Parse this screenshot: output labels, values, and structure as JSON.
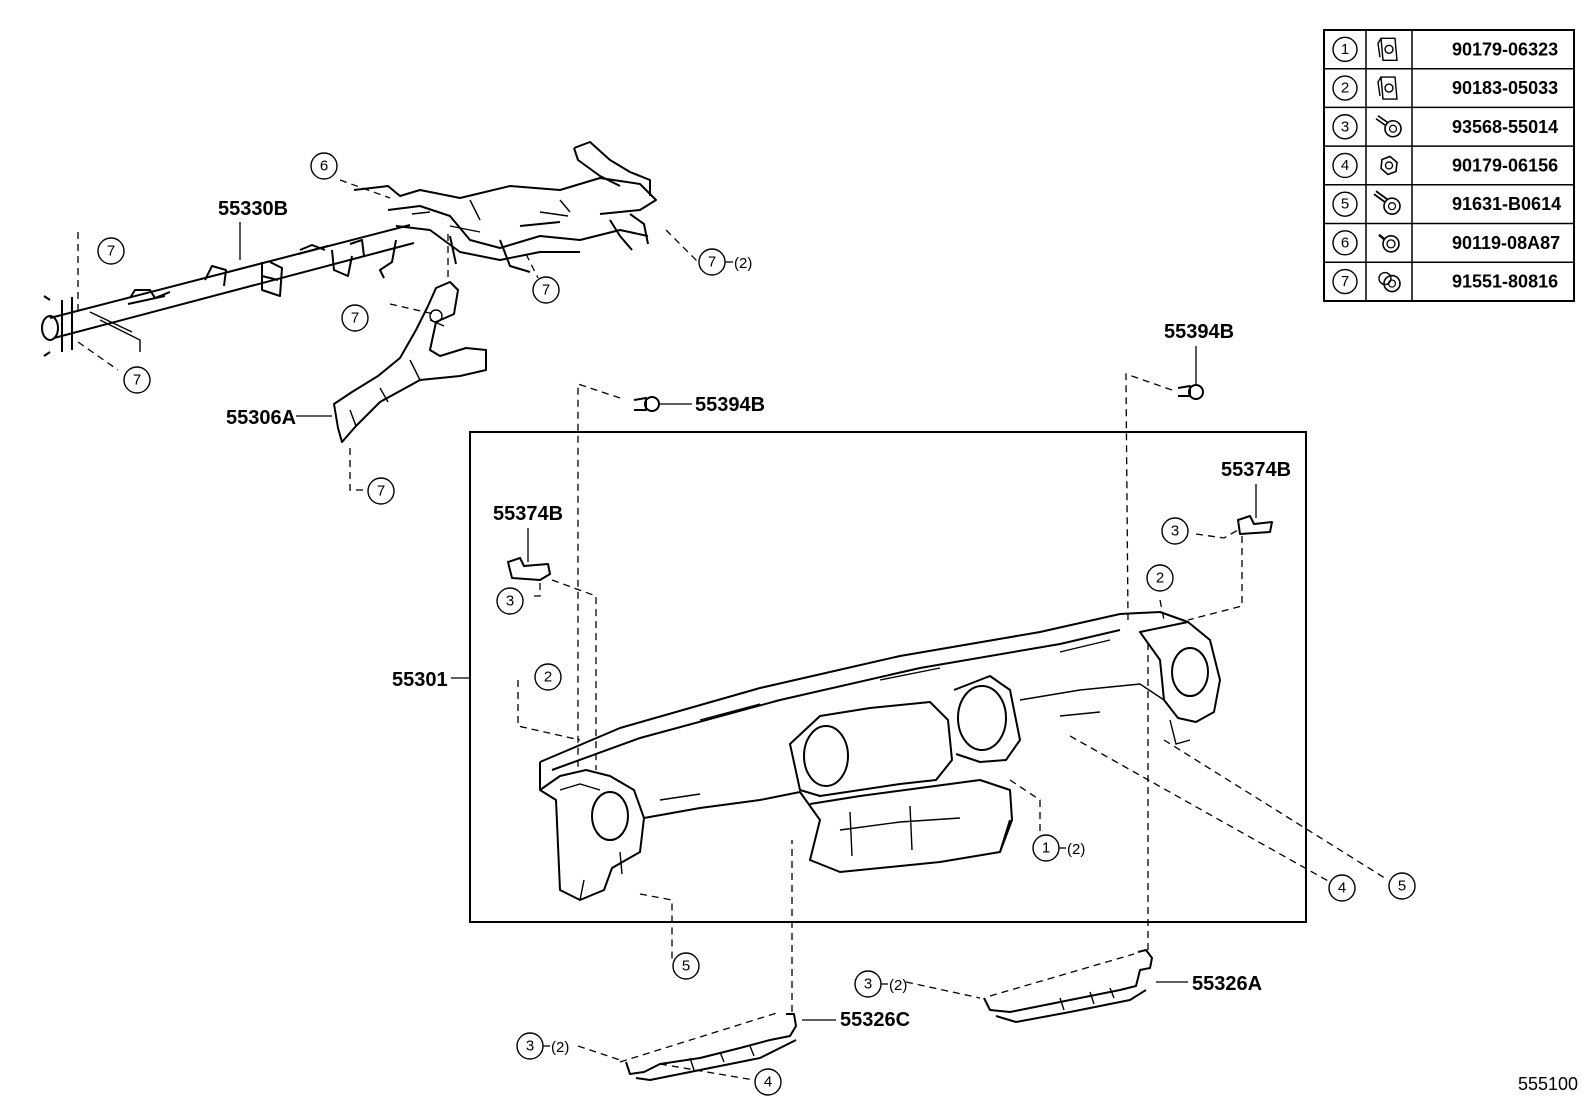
{
  "labels": {
    "part_55330B": "55330B",
    "part_55306A": "55306A",
    "part_55394B_left": "55394B",
    "part_55394B_right": "55394B",
    "part_55374B_left": "55374B",
    "part_55374B_right": "55374B",
    "part_55301": "55301",
    "part_55326A": "55326A",
    "part_55326C": "55326C",
    "diagram_code": "555100"
  },
  "callouts": {
    "c6_top": "6",
    "c7_a": "7",
    "c7_b": "7",
    "c7_c": "7",
    "c7_d": "7",
    "c7_e": "7",
    "c7_f": "7",
    "c3_left": "3",
    "c2_left": "2",
    "c3_right": "3",
    "c2_right": "2",
    "c1_center": "1",
    "c4_right": "4",
    "c5_right": "5",
    "c5_left": "5",
    "c3_55326A": "3",
    "c3_55326C": "3",
    "c4_bottom": "4"
  },
  "quantities": {
    "q7_f": "(2)",
    "q1_center": "(2)",
    "q3_55326A": "(2)",
    "q3_55326C": "(2)"
  },
  "legend": [
    {
      "num": "1",
      "icon": "clip-nut-icon",
      "part": "90179-06323"
    },
    {
      "num": "2",
      "icon": "clip-nut-icon",
      "part": "90183-05033"
    },
    {
      "num": "3",
      "icon": "screw-washer-icon",
      "part": "93568-55014"
    },
    {
      "num": "4",
      "icon": "hex-nut-icon",
      "part": "90179-06156"
    },
    {
      "num": "5",
      "icon": "bolt-washer-icon",
      "part": "91631-B0614"
    },
    {
      "num": "6",
      "icon": "flange-bolt-icon",
      "part": "90119-08A87"
    },
    {
      "num": "7",
      "icon": "flange-nut-icon",
      "part": "91551-80816"
    }
  ]
}
